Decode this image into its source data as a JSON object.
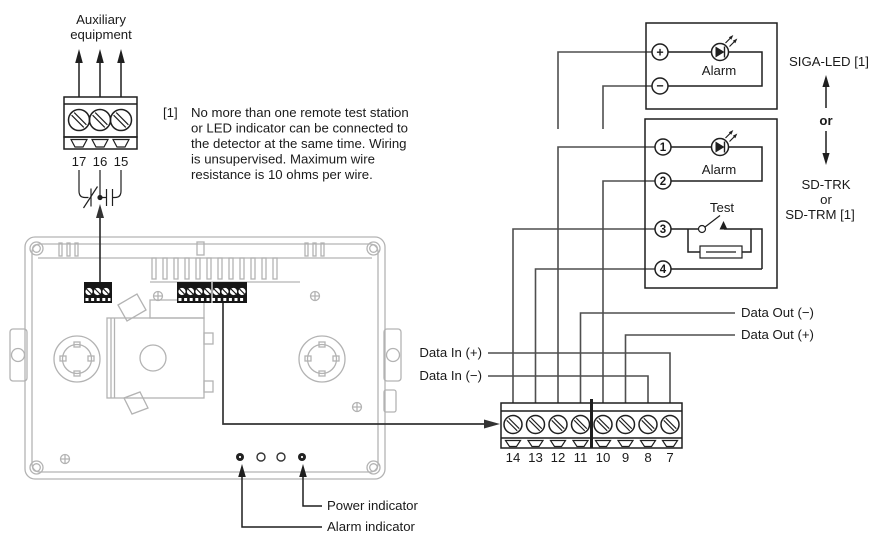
{
  "aux": {
    "label_line1": "Auxiliary",
    "label_line2": "equipment",
    "terminals": [
      "17",
      "16",
      "15"
    ]
  },
  "note": {
    "ref": "[1]",
    "lines": [
      "No more than one remote test station",
      "or LED indicator can be connected to",
      "the detector at the same time. Wiring",
      "is unsupervised. Maximum wire",
      "resistance is 10 ohms per wire."
    ]
  },
  "siga": {
    "plus": "+",
    "minus": "−",
    "alarm": "Alarm",
    "label": "SIGA-LED [1]"
  },
  "choice": {
    "or": "or"
  },
  "sd": {
    "terminals": [
      "1",
      "2",
      "3",
      "4"
    ],
    "alarm": "Alarm",
    "test": "Test",
    "label_line1": "SD-TRK",
    "label_line2": "or",
    "label_line3": "SD-TRM [1]"
  },
  "strip": {
    "terminals": [
      "14",
      "13",
      "12",
      "11",
      "10",
      "9",
      "8",
      "7"
    ]
  },
  "wire_labels": {
    "data_out_minus": "Data Out (−)",
    "data_out_plus": "Data Out (+)",
    "data_in_plus": "Data In (+)",
    "data_in_minus": "Data In (−)"
  },
  "indicators": {
    "power": "Power indicator",
    "alarm": "Alarm indicator"
  },
  "colors": {
    "wire": "#4f4f4f",
    "line": "#1f1f1f",
    "det": "#b3b3b3",
    "background": "#ffffff"
  }
}
